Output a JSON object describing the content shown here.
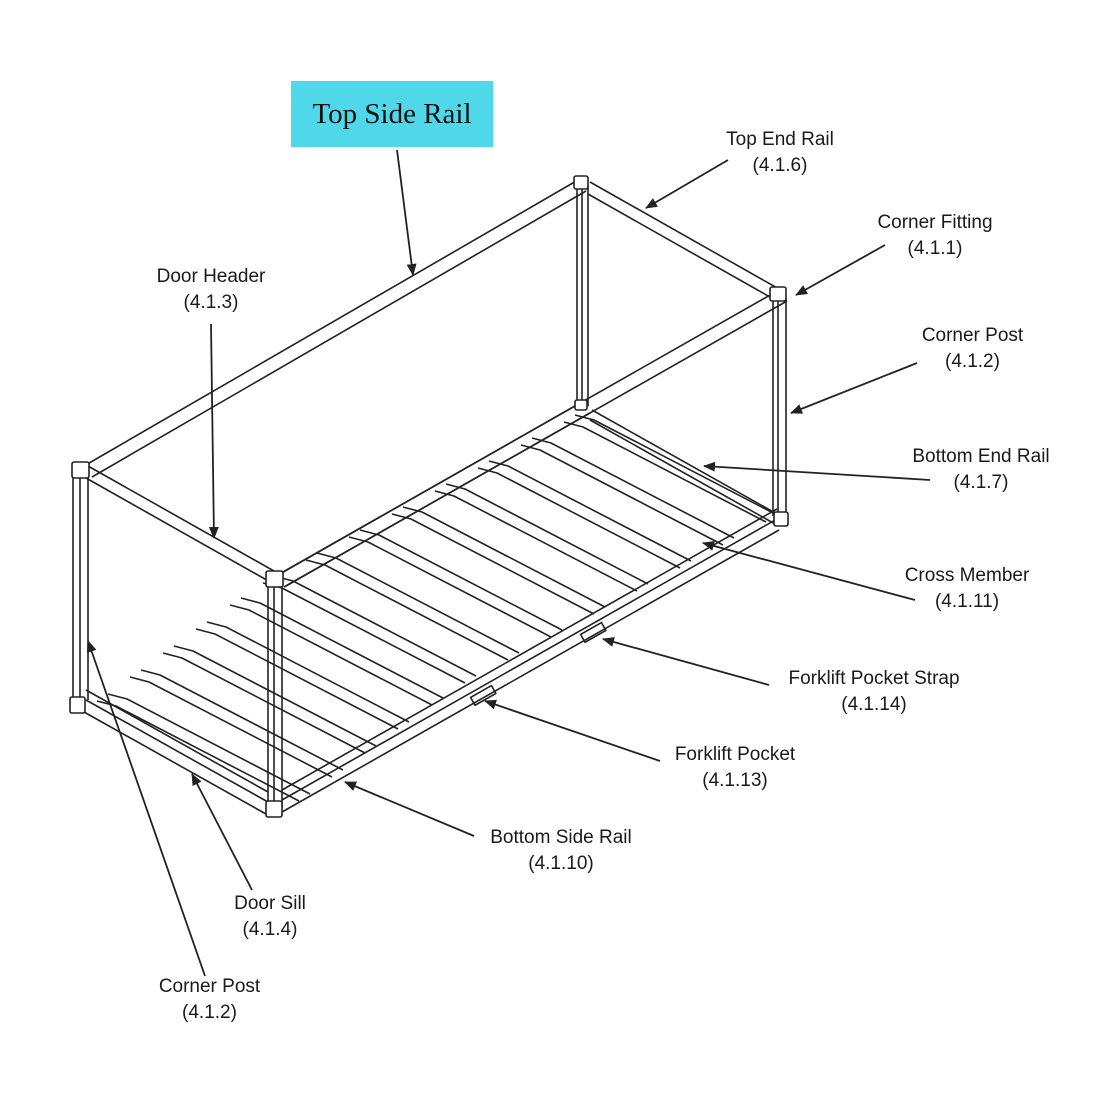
{
  "highlight": {
    "text": "Top Side Rail",
    "background": "#4fd8ea"
  },
  "labels": {
    "top_end_rail": {
      "name": "Top End Rail",
      "code": "(4.1.6)"
    },
    "corner_fitting": {
      "name": "Corner Fitting",
      "code": "(4.1.1)"
    },
    "corner_post_right": {
      "name": "Corner Post",
      "code": "(4.1.2)"
    },
    "bottom_end_rail": {
      "name": "Bottom End Rail",
      "code": "(4.1.7)"
    },
    "cross_member": {
      "name": "Cross Member",
      "code": "(4.1.11)"
    },
    "forklift_pocket_strap": {
      "name": "Forklift Pocket Strap",
      "code": "(4.1.14)"
    },
    "forklift_pocket": {
      "name": "Forklift Pocket",
      "code": "(4.1.13)"
    },
    "bottom_side_rail": {
      "name": "Bottom Side Rail",
      "code": "(4.1.10)"
    },
    "door_sill": {
      "name": "Door Sill",
      "code": "(4.1.4)"
    },
    "corner_post_left": {
      "name": "Corner Post",
      "code": "(4.1.2)"
    },
    "door_header": {
      "name": "Door Header",
      "code": "(4.1.3)"
    }
  },
  "colors": {
    "line": "#222222",
    "text": "#1a1a1a"
  }
}
